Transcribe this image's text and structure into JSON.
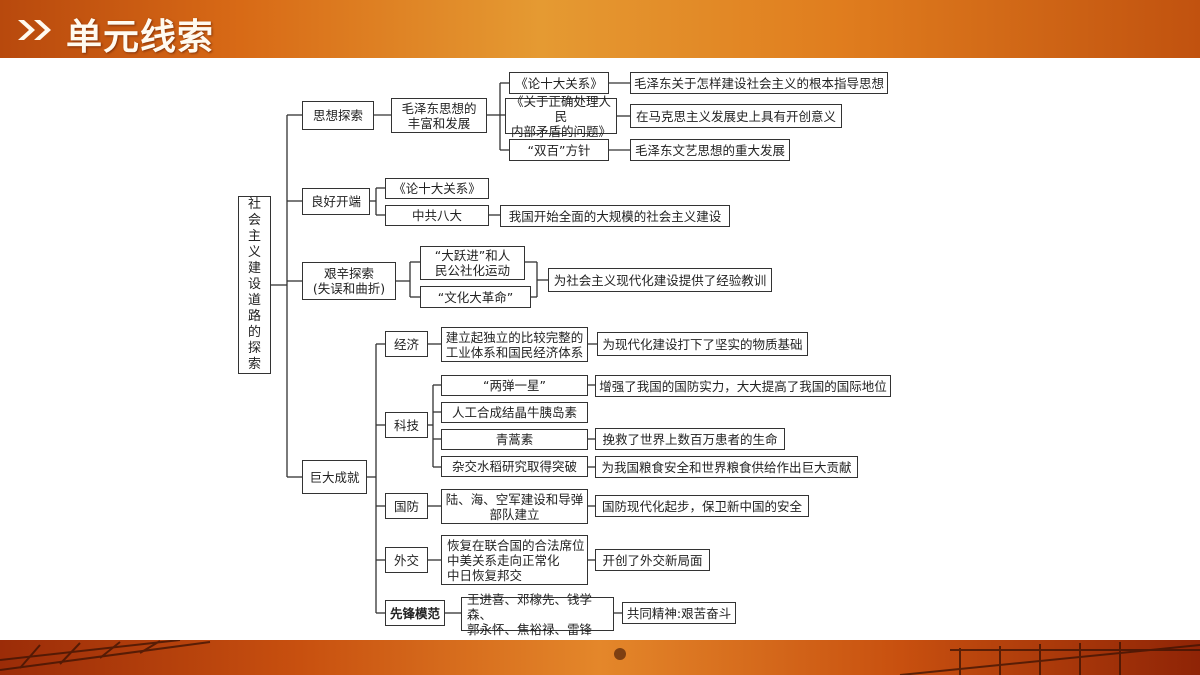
{
  "header": {
    "title": "单元线索"
  },
  "diagram": {
    "root": "社\n会\n主\n义\n建\n设\n道\n路\n的\n探\n索",
    "b1": {
      "label": "思想探索",
      "sub": "毛泽东思想的\n丰富和发展",
      "items": [
        {
          "label": "《论十大关系》",
          "result": "毛泽东关于怎样建设社会主义的根本指导思想"
        },
        {
          "label": "《关于正确处理人民\n内部矛盾的问题》",
          "result": "在马克思主义发展史上具有开创意义"
        },
        {
          "label": "“双百”方针",
          "result": "毛泽东文艺思想的重大发展"
        }
      ]
    },
    "b2": {
      "label": "良好开端",
      "items": [
        {
          "label": "《论十大关系》"
        },
        {
          "label": "中共八大",
          "result": "我国开始全面的大规模的社会主义建设"
        }
      ]
    },
    "b3": {
      "label": "艰辛探索\n(失误和曲折)",
      "items": [
        {
          "label": "“大跃进”和人\n民公社化运动"
        },
        {
          "label": "“文化大革命”"
        }
      ],
      "result": "为社会主义现代化建设提供了经验教训"
    },
    "b4": {
      "label": "巨大成就",
      "economy": {
        "label": "经济",
        "item": "建立起独立的比较完整的\n工业体系和国民经济体系",
        "result": "为现代化建设打下了坚实的物质基础"
      },
      "tech": {
        "label": "科技",
        "items": [
          {
            "label": "“两弹一星”",
            "result": "增强了我国的国防实力，大大提高了我国的国际地位"
          },
          {
            "label": "人工合成结晶牛胰岛素"
          },
          {
            "label": "青蒿素",
            "result": "挽救了世界上数百万患者的生命"
          },
          {
            "label": "杂交水稻研究取得突破",
            "result": "为我国粮食安全和世界粮食供给作出巨大贡献"
          }
        ]
      },
      "defense": {
        "label": "国防",
        "item": "陆、海、空军建设和导弹\n部队建立",
        "result": "国防现代化起步，保卫新中国的安全"
      },
      "diplomacy": {
        "label": "外交",
        "item": "恢复在联合国的合法席位\n中美关系走向正常化\n中日恢复邦交",
        "result": "开创了外交新局面"
      },
      "pioneer": {
        "label": "先锋模范",
        "item": "王进喜、邓稼先、钱学森、\n郭永怀、焦裕禄、雷锋",
        "result": "共同精神:艰苦奋斗"
      }
    }
  }
}
